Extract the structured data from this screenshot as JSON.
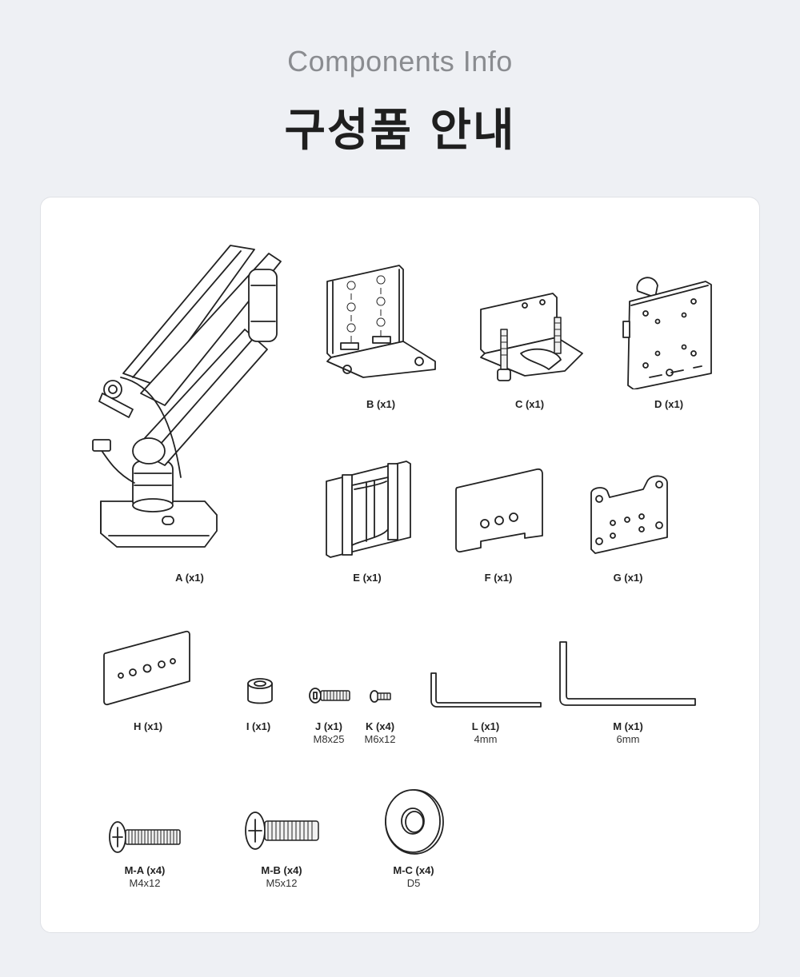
{
  "header": {
    "subtitle": "Components Info",
    "title": "구성품 안내"
  },
  "components": {
    "a": {
      "name": "A (x1)"
    },
    "b": {
      "name": "B (x1)"
    },
    "c": {
      "name": "C (x1)"
    },
    "d": {
      "name": "D (x1)"
    },
    "e": {
      "name": "E (x1)"
    },
    "f": {
      "name": "F (x1)"
    },
    "g": {
      "name": "G (x1)"
    },
    "h": {
      "name": "H (x1)"
    },
    "i": {
      "name": "I (x1)"
    },
    "j": {
      "name": "J (x1)",
      "spec": "M8x25"
    },
    "k": {
      "name": "K (x4)",
      "spec": "M6x12"
    },
    "l": {
      "name": "L (x1)",
      "spec": "4mm"
    },
    "m": {
      "name": "M (x1)",
      "spec": "6mm"
    },
    "ma": {
      "name": "M-A (x4)",
      "spec": "M4x12"
    },
    "mb": {
      "name": "M-B (x4)",
      "spec": "M5x12"
    },
    "mc": {
      "name": "M-C (x4)",
      "spec": "D5"
    }
  }
}
